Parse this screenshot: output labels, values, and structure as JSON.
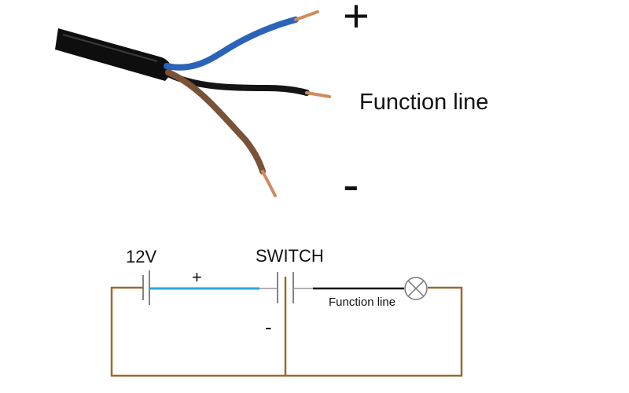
{
  "photo": {
    "plus_sign": "+",
    "minus_sign": "-",
    "function_label": "Function line",
    "wire_colors": {
      "blue": "#2a63b8",
      "black": "#151515",
      "brown": "#7a5238",
      "jacket": "#0e0e0e",
      "copper": "#d08a5c"
    }
  },
  "schematic": {
    "battery_label": "12V",
    "switch_label": "SWITCH",
    "plus_sign": "+",
    "minus_sign": "-",
    "function_label": "Function line",
    "colors": {
      "brown_wire": "#9a6a2c",
      "blue_wire": "#2aa7d8",
      "black_wire": "#111111",
      "component": "#777777"
    }
  }
}
